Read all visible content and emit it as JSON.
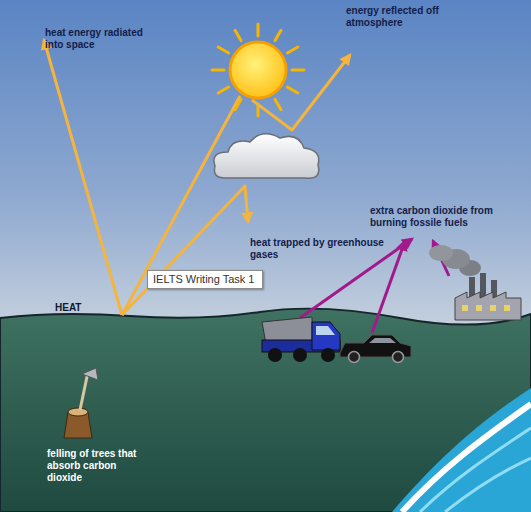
{
  "diagram": {
    "nodes": [
      {
        "text": [
          "IELTS Writing Task 1"
        ]
      }
    ],
    "labels": [
      "heat energy radiated into space",
      "energy reflected off atmosphere",
      "heat trapped by greenhouse gases",
      "extra carbon dioxide from burning fossile fuels",
      "HEAT",
      "felling of trees that absorb carbon dioxide"
    ]
  }
}
